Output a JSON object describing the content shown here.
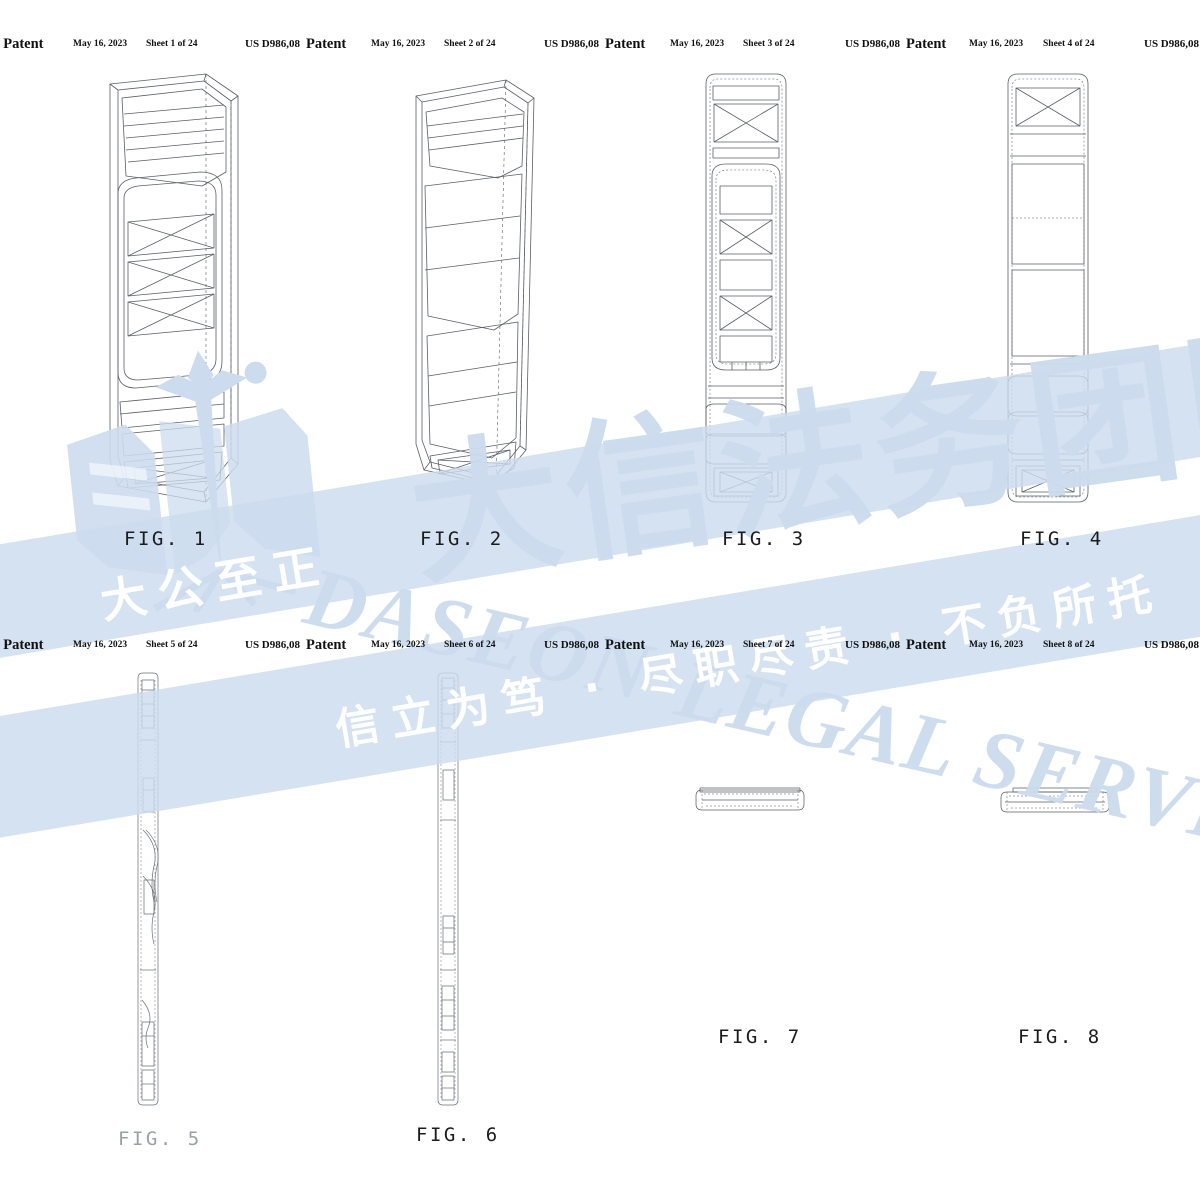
{
  "document": {
    "type": "us-design-patent-drawings",
    "patent_number_fragment": "US D986,08",
    "patent_word": "Patent",
    "date": "May 16, 2023",
    "total_sheets": 24
  },
  "headers": {
    "row1": [
      {
        "patent": ". Patent",
        "date": "May 16, 2023",
        "sheet": "Sheet 1 of 24",
        "usno": "US D986,08"
      },
      {
        "patent": "Patent",
        "date": "May 16, 2023",
        "sheet": "Sheet 2 of 24",
        "usno": "US D986,08"
      },
      {
        "patent": "Patent",
        "date": "May 16, 2023",
        "sheet": "Sheet 3 of 24",
        "usno": "US D986,08"
      },
      {
        "patent": "Patent",
        "date": "May 16, 2023",
        "sheet": "Sheet 4 of 24",
        "usno": "US D986,08"
      }
    ],
    "row2": [
      {
        "patent": ". Patent",
        "date": "May 16, 2023",
        "sheet": "Sheet 5 of 24",
        "usno": "US D986,08"
      },
      {
        "patent": "Patent",
        "date": "May 16, 2023",
        "sheet": "Sheet 6 of 24",
        "usno": "US D986,08"
      },
      {
        "patent": "Patent",
        "date": "May 16, 2023",
        "sheet": "Sheet 7 of 24",
        "usno": "US D986,08"
      },
      {
        "patent": "Patent",
        "date": "May 16, 2023",
        "sheet": "Sheet 8 of 24",
        "usno": "US D986,08"
      }
    ]
  },
  "figures": [
    {
      "id": "fig-1",
      "label": "FIG. 1",
      "view": "perspective-front-angled"
    },
    {
      "id": "fig-2",
      "label": "FIG. 2",
      "view": "perspective-rear-angled"
    },
    {
      "id": "fig-3",
      "label": "FIG. 3",
      "view": "front-elevation"
    },
    {
      "id": "fig-4",
      "label": "FIG. 4",
      "view": "rear-elevation"
    },
    {
      "id": "fig-5",
      "label": "FIG. 5",
      "view": "left-side-elevation"
    },
    {
      "id": "fig-6",
      "label": "FIG. 6",
      "view": "right-side-elevation"
    },
    {
      "id": "fig-7",
      "label": "FIG. 7",
      "view": "top-plan"
    },
    {
      "id": "fig-8",
      "label": "FIG. 8",
      "view": "bottom-plan"
    }
  ],
  "watermark": {
    "latin_line1": "DASEON",
    "latin_line2": "LEGAL SERVICE",
    "cjk_brand": "大信法务团队",
    "cjk_slogan_line1": "大公至正",
    "cjk_slogan_line2": "信立为笃 · 尽职尽责 · 不负所托",
    "band_color": "#ccdcee",
    "text_color": "#ffffff",
    "logo_name": "book-quill-logo"
  }
}
